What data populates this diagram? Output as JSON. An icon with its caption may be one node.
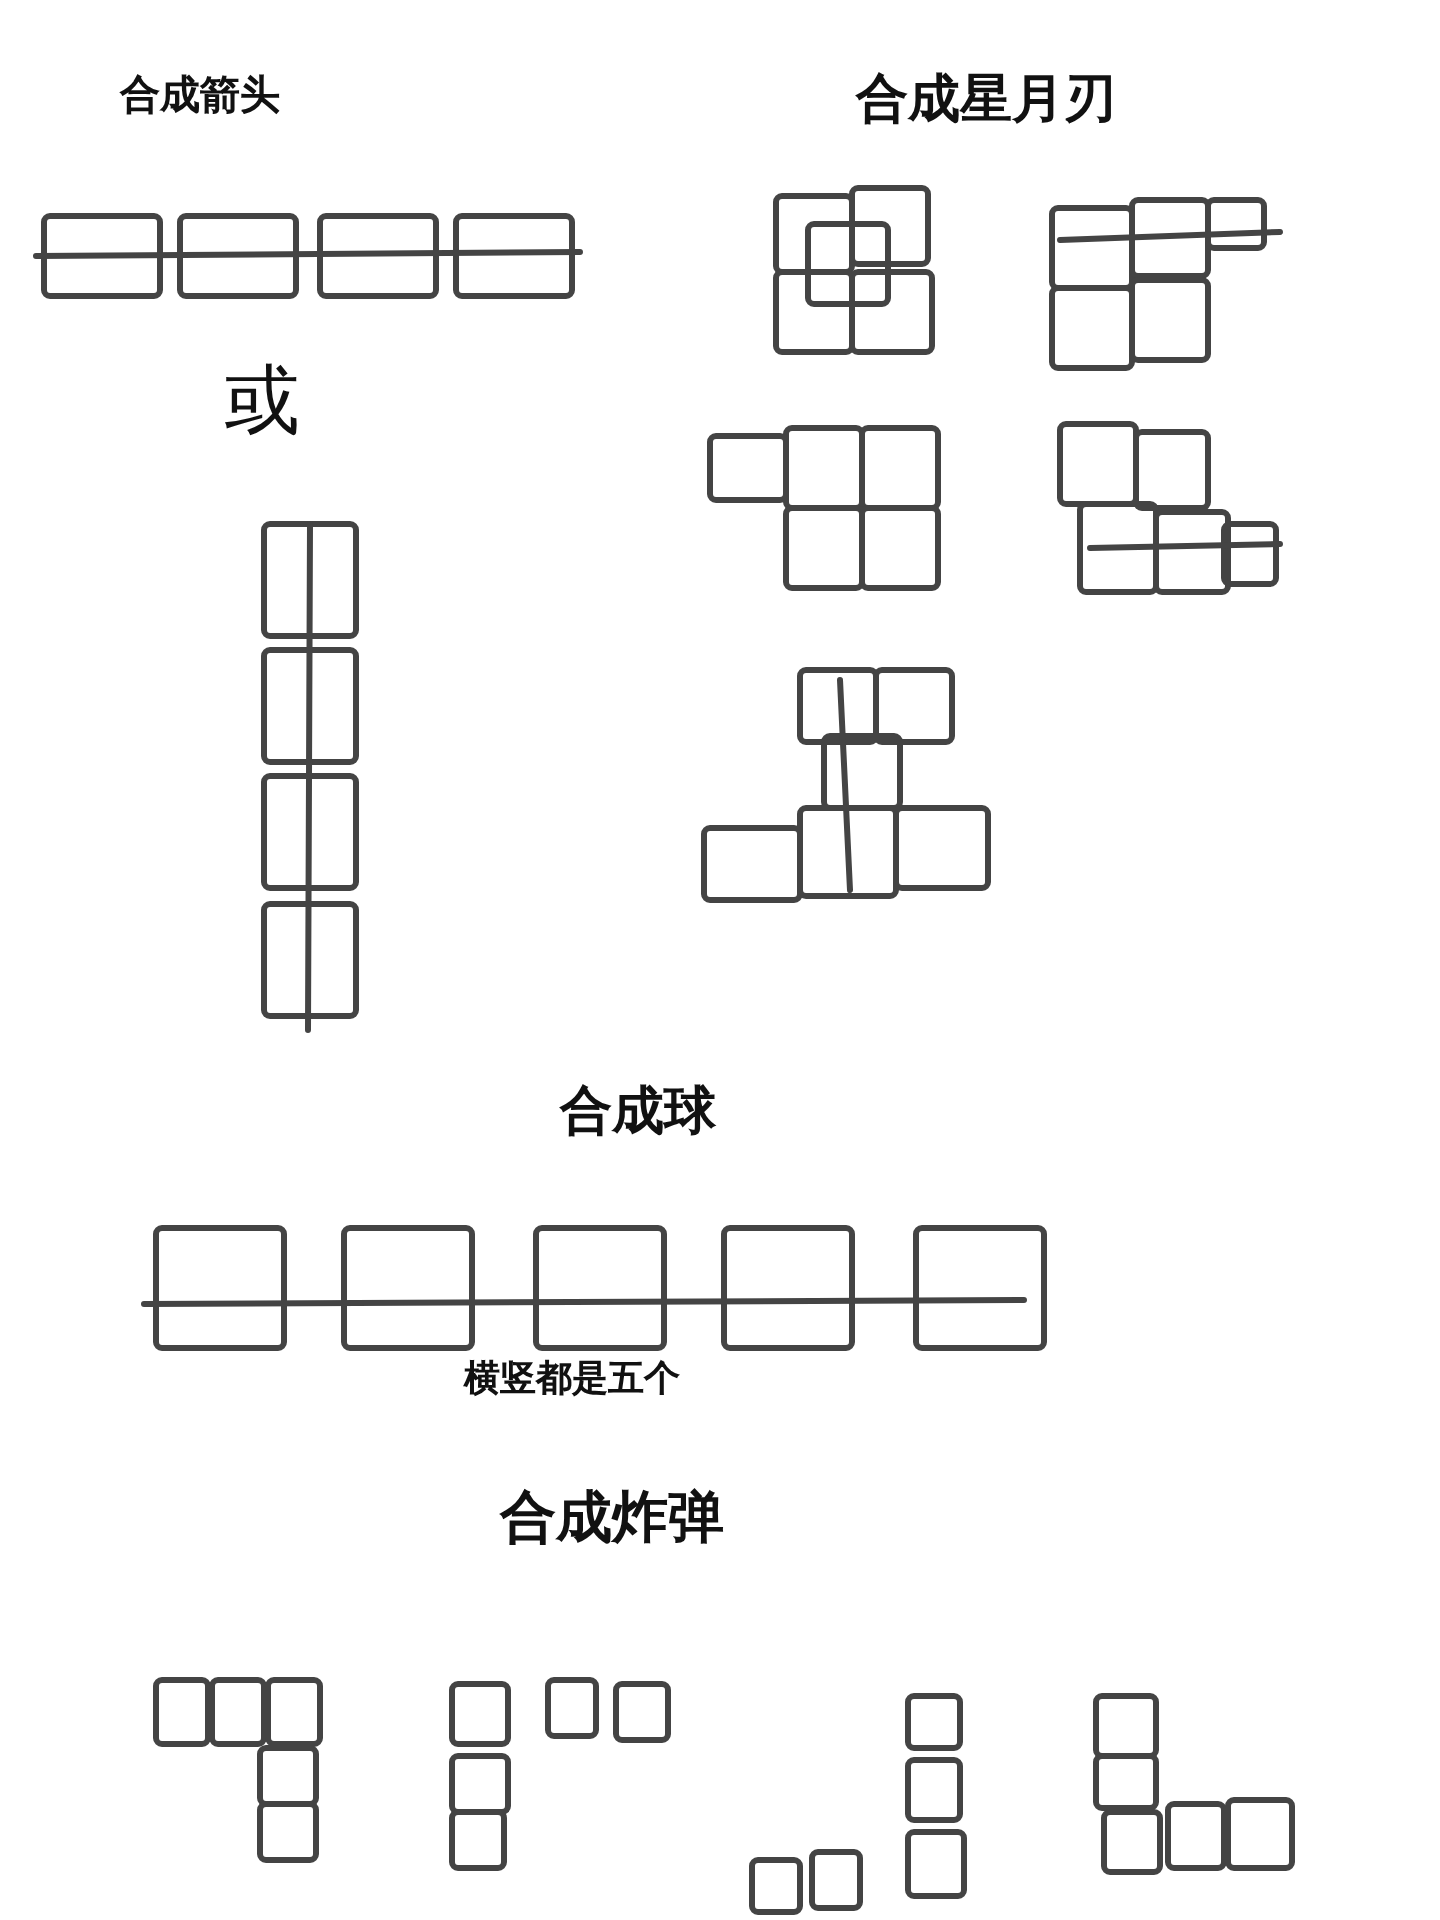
{
  "diagram": {
    "labels": [
      "合成箭头",
      "合成星月刃",
      "或",
      "合成球",
      "横竖都是五个",
      "合成炸弹"
    ]
  }
}
